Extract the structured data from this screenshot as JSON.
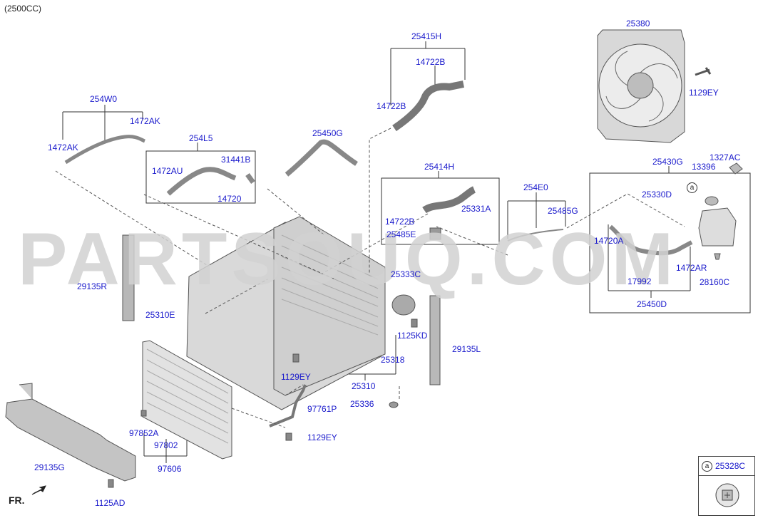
{
  "caption": "(2500CC)",
  "watermark": "PARTSOUQ.COM",
  "orientation_label": "FR.",
  "legend": {
    "marker": "a",
    "part": "25328C"
  },
  "tank_marker": "a",
  "callouts": [
    {
      "id": "25380",
      "group": "fan-shroud"
    },
    {
      "id": "1129EY",
      "group": "fan-bolt"
    },
    {
      "id": "25415H",
      "group": "upper-hose"
    },
    {
      "id": "14722B",
      "group": "upper-hose-clamp-top"
    },
    {
      "id": "14722B",
      "group": "upper-hose-clamp-left"
    },
    {
      "id": "254W0",
      "group": "hose-254w0"
    },
    {
      "id": "1472AK",
      "group": "hose-254w0-clamp-right"
    },
    {
      "id": "1472AK",
      "group": "hose-254w0-clamp-left"
    },
    {
      "id": "254L5",
      "group": "hose-254l5"
    },
    {
      "id": "31441B",
      "group": "hose-254l5"
    },
    {
      "id": "1472AU",
      "group": "hose-254l5"
    },
    {
      "id": "14720",
      "group": "hose-254l5"
    },
    {
      "id": "25450G",
      "group": "hose-25450g"
    },
    {
      "id": "25414H",
      "group": "lower-hose"
    },
    {
      "id": "25331A",
      "group": "lower-hose"
    },
    {
      "id": "14722B",
      "group": "lower-hose"
    },
    {
      "id": "25485E",
      "group": "lower-hose"
    },
    {
      "id": "254E0",
      "group": "overflow"
    },
    {
      "id": "25485G",
      "group": "overflow"
    },
    {
      "id": "25430G",
      "group": "reservoir"
    },
    {
      "id": "1327AC",
      "group": "reservoir"
    },
    {
      "id": "13396",
      "group": "reservoir"
    },
    {
      "id": "25330D",
      "group": "reservoir"
    },
    {
      "id": "14720A",
      "group": "reservoir"
    },
    {
      "id": "1472AR",
      "group": "reservoir"
    },
    {
      "id": "17992",
      "group": "reservoir"
    },
    {
      "id": "28160C",
      "group": "reservoir"
    },
    {
      "id": "25450D",
      "group": "reservoir"
    },
    {
      "id": "29135R",
      "group": "air-guard-right"
    },
    {
      "id": "25310E",
      "group": "radiator-frame"
    },
    {
      "id": "25333C",
      "group": "radiator"
    },
    {
      "id": "1125KD",
      "group": "radiator"
    },
    {
      "id": "29135L",
      "group": "air-guard-left"
    },
    {
      "id": "25318",
      "group": "radiator"
    },
    {
      "id": "25310",
      "group": "radiator"
    },
    {
      "id": "25336",
      "group": "radiator"
    },
    {
      "id": "1129EY",
      "group": "condenser-bolt-upper"
    },
    {
      "id": "97761P",
      "group": "condenser-pipe"
    },
    {
      "id": "1129EY",
      "group": "condenser-bolt-lower"
    },
    {
      "id": "97852A",
      "group": "condenser"
    },
    {
      "id": "97802",
      "group": "condenser"
    },
    {
      "id": "97606",
      "group": "condenser"
    },
    {
      "id": "29135G",
      "group": "lower-air-guard"
    },
    {
      "id": "1125AD",
      "group": "lower-air-guard"
    }
  ]
}
